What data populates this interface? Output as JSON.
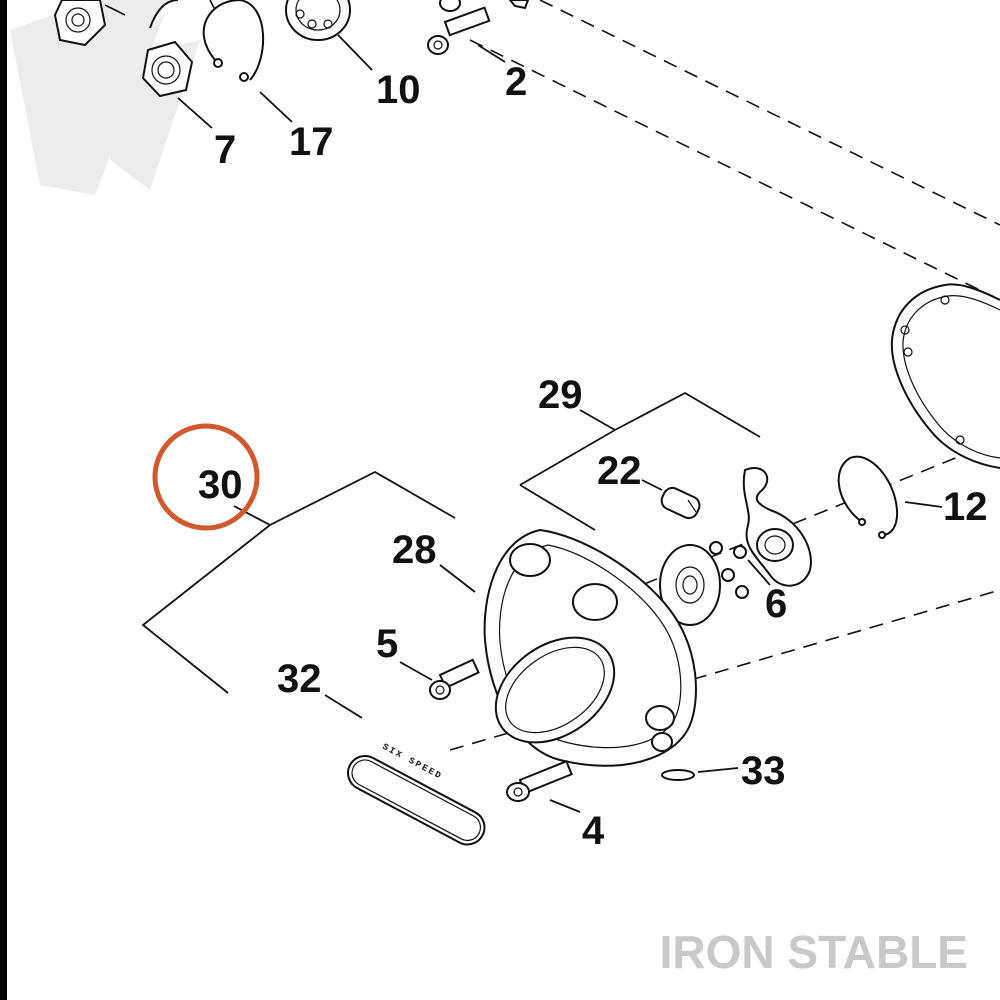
{
  "diagram": {
    "callouts": [
      "10",
      "2",
      "7",
      "17",
      "29",
      "30",
      "22",
      "12",
      "28",
      "6",
      "5",
      "32",
      "33",
      "4"
    ],
    "highlighted_callout": "30",
    "highlight_color": "#d05a2e",
    "badge_text": "SIX SPEED",
    "watermark": "IRON STABLE",
    "watermark_color": "#c9c9c9",
    "left_border_color": "#000000"
  }
}
